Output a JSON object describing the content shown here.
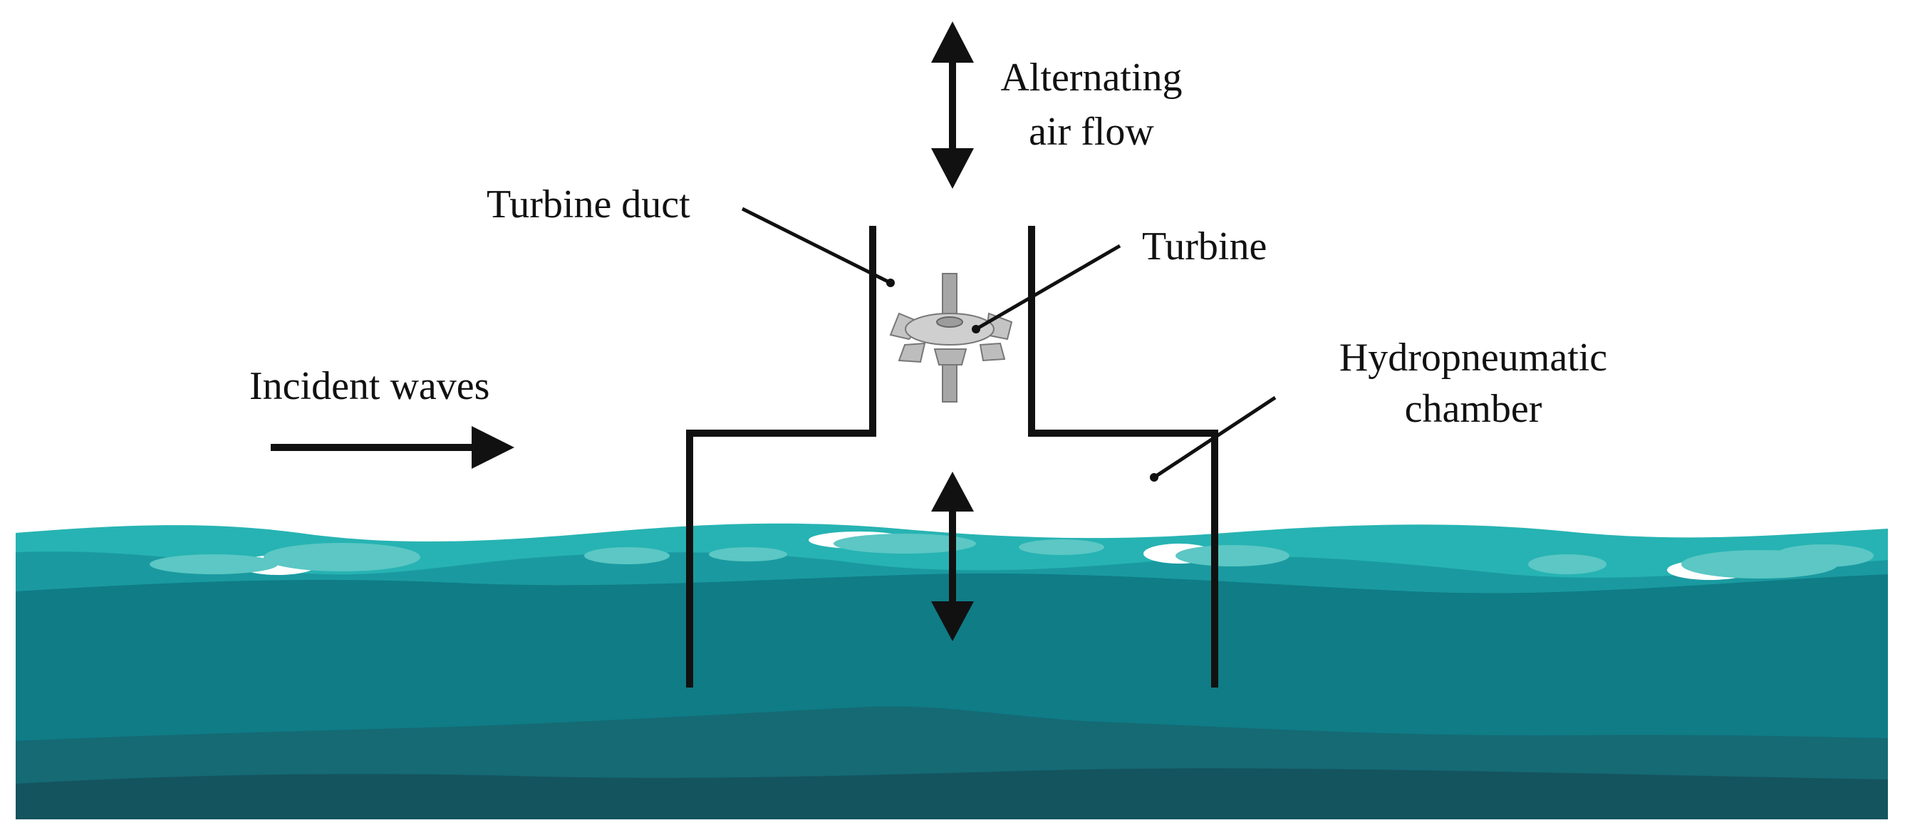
{
  "labels": {
    "alternating_air_flow_line1": "Alternating",
    "alternating_air_flow_line2": "air flow",
    "turbine_duct": "Turbine duct",
    "turbine": "Turbine",
    "hydropneumatic_chamber_line1": "Hydropneumatic",
    "hydropneumatic_chamber_line2": "chamber",
    "incident_waves": "Incident waves"
  },
  "colors": {
    "structure": "#111111",
    "water_crest": "#27b3b3",
    "water_surface": "#1a9aa0",
    "water_mid": "#0f7c86",
    "water_deep": "#156a74",
    "water_bottom": "#14545f",
    "foam": "#ffffff",
    "foam_light": "#7fd3d0",
    "turbine_metal": "#b9b9b9"
  }
}
